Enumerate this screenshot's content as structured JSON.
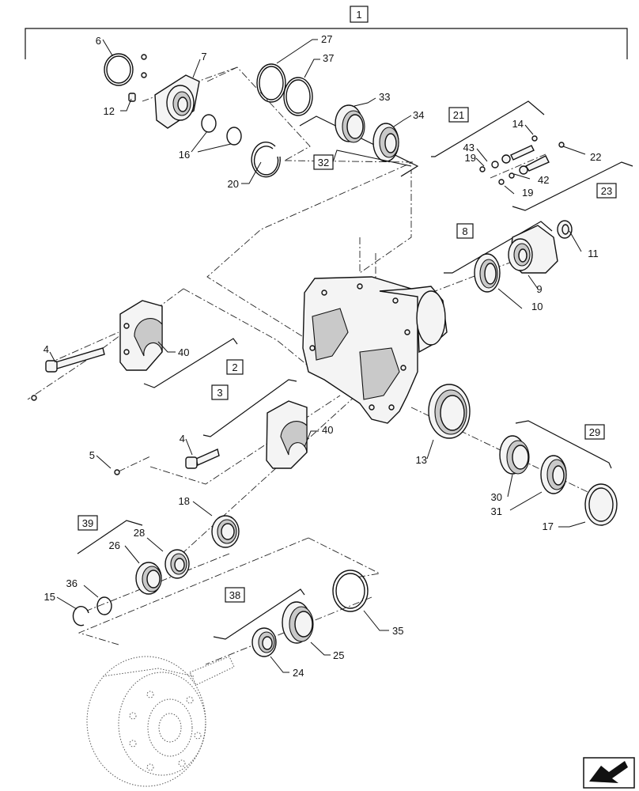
{
  "diagram": {
    "type": "exploded parts diagram",
    "callouts": [
      {
        "id": "c1",
        "text": "1",
        "boxed": true
      },
      {
        "id": "c2",
        "text": "2",
        "boxed": true
      },
      {
        "id": "c3",
        "text": "3",
        "boxed": true
      },
      {
        "id": "c4a",
        "text": "4",
        "boxed": false
      },
      {
        "id": "c4b",
        "text": "4",
        "boxed": false
      },
      {
        "id": "c5",
        "text": "5",
        "boxed": false
      },
      {
        "id": "c6",
        "text": "6",
        "boxed": false
      },
      {
        "id": "c7",
        "text": "7",
        "boxed": false
      },
      {
        "id": "c8",
        "text": "8",
        "boxed": true
      },
      {
        "id": "c9",
        "text": "9",
        "boxed": false
      },
      {
        "id": "c10",
        "text": "10",
        "boxed": false
      },
      {
        "id": "c11",
        "text": "11",
        "boxed": false
      },
      {
        "id": "c12",
        "text": "12",
        "boxed": false
      },
      {
        "id": "c13",
        "text": "13",
        "boxed": false
      },
      {
        "id": "c14",
        "text": "14",
        "boxed": false
      },
      {
        "id": "c15",
        "text": "15",
        "boxed": false
      },
      {
        "id": "c16",
        "text": "16",
        "boxed": false
      },
      {
        "id": "c17",
        "text": "17",
        "boxed": false
      },
      {
        "id": "c18",
        "text": "18",
        "boxed": false
      },
      {
        "id": "c19a",
        "text": "19",
        "boxed": false
      },
      {
        "id": "c19b",
        "text": "19",
        "boxed": false
      },
      {
        "id": "c20",
        "text": "20",
        "boxed": false
      },
      {
        "id": "c21",
        "text": "21",
        "boxed": true
      },
      {
        "id": "c22",
        "text": "22",
        "boxed": false
      },
      {
        "id": "c23",
        "text": "23",
        "boxed": true
      },
      {
        "id": "c24",
        "text": "24",
        "boxed": false
      },
      {
        "id": "c25",
        "text": "25",
        "boxed": false
      },
      {
        "id": "c26",
        "text": "26",
        "boxed": false
      },
      {
        "id": "c27",
        "text": "27",
        "boxed": false
      },
      {
        "id": "c28",
        "text": "28",
        "boxed": false
      },
      {
        "id": "c29",
        "text": "29",
        "boxed": true
      },
      {
        "id": "c30",
        "text": "30",
        "boxed": false
      },
      {
        "id": "c31",
        "text": "31",
        "boxed": false
      },
      {
        "id": "c32",
        "text": "32",
        "boxed": true
      },
      {
        "id": "c33",
        "text": "33",
        "boxed": false
      },
      {
        "id": "c34",
        "text": "34",
        "boxed": false
      },
      {
        "id": "c35",
        "text": "35",
        "boxed": false
      },
      {
        "id": "c36",
        "text": "36",
        "boxed": false
      },
      {
        "id": "c37",
        "text": "37",
        "boxed": false
      },
      {
        "id": "c38",
        "text": "38",
        "boxed": true
      },
      {
        "id": "c39",
        "text": "39",
        "boxed": true
      },
      {
        "id": "c40a",
        "text": "40",
        "boxed": false
      },
      {
        "id": "c40b",
        "text": "40",
        "boxed": false
      },
      {
        "id": "c42",
        "text": "42",
        "boxed": false
      },
      {
        "id": "c43",
        "text": "43",
        "boxed": false
      }
    ],
    "nav_icon": "arrow-icon"
  }
}
